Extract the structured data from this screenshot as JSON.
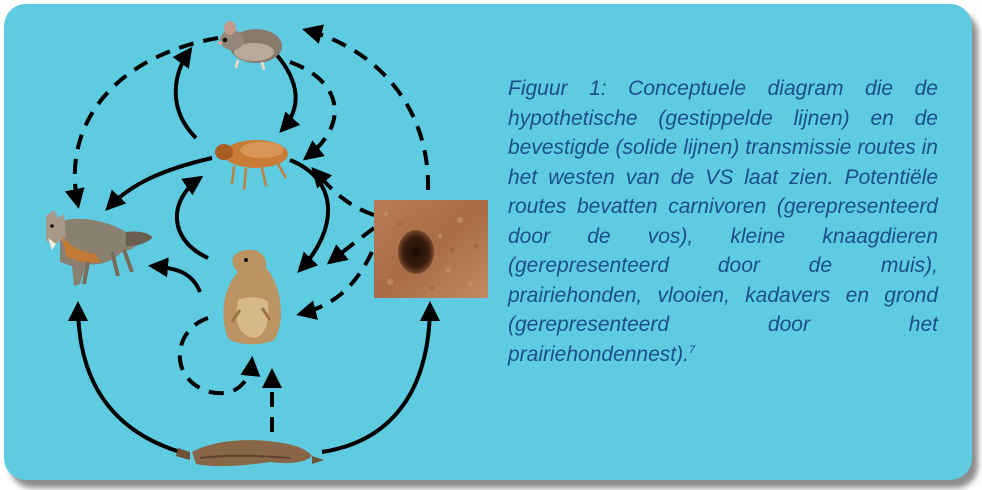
{
  "caption": {
    "text": "Figuur 1: Conceptuele diagram die de hypothetische (gestippelde lijnen) en de bevestigde (solide lijnen) transmissie routes in het westen van de VS laat zien. Potentiële routes bevatten carnivoren (gerepresenteerd door de vos), kleine knaagdieren (gerepresenteerd door de muis), prairiehonden, vlooien, kadavers en grond (gerepresenteerd door het prairiehondennest).",
    "reference": "7"
  },
  "nodes": [
    {
      "id": "mouse",
      "icon": "mouse-icon"
    },
    {
      "id": "flea",
      "icon": "flea-icon"
    },
    {
      "id": "fox",
      "icon": "fox-icon"
    },
    {
      "id": "prairie-dog",
      "icon": "prairie-dog-icon"
    },
    {
      "id": "burrow",
      "icon": "burrow-icon"
    },
    {
      "id": "carcass",
      "icon": "carcass-icon"
    }
  ],
  "colors": {
    "panel": "#5ecbe0",
    "caption": "#1a4f8a",
    "arrows": "#000000"
  }
}
